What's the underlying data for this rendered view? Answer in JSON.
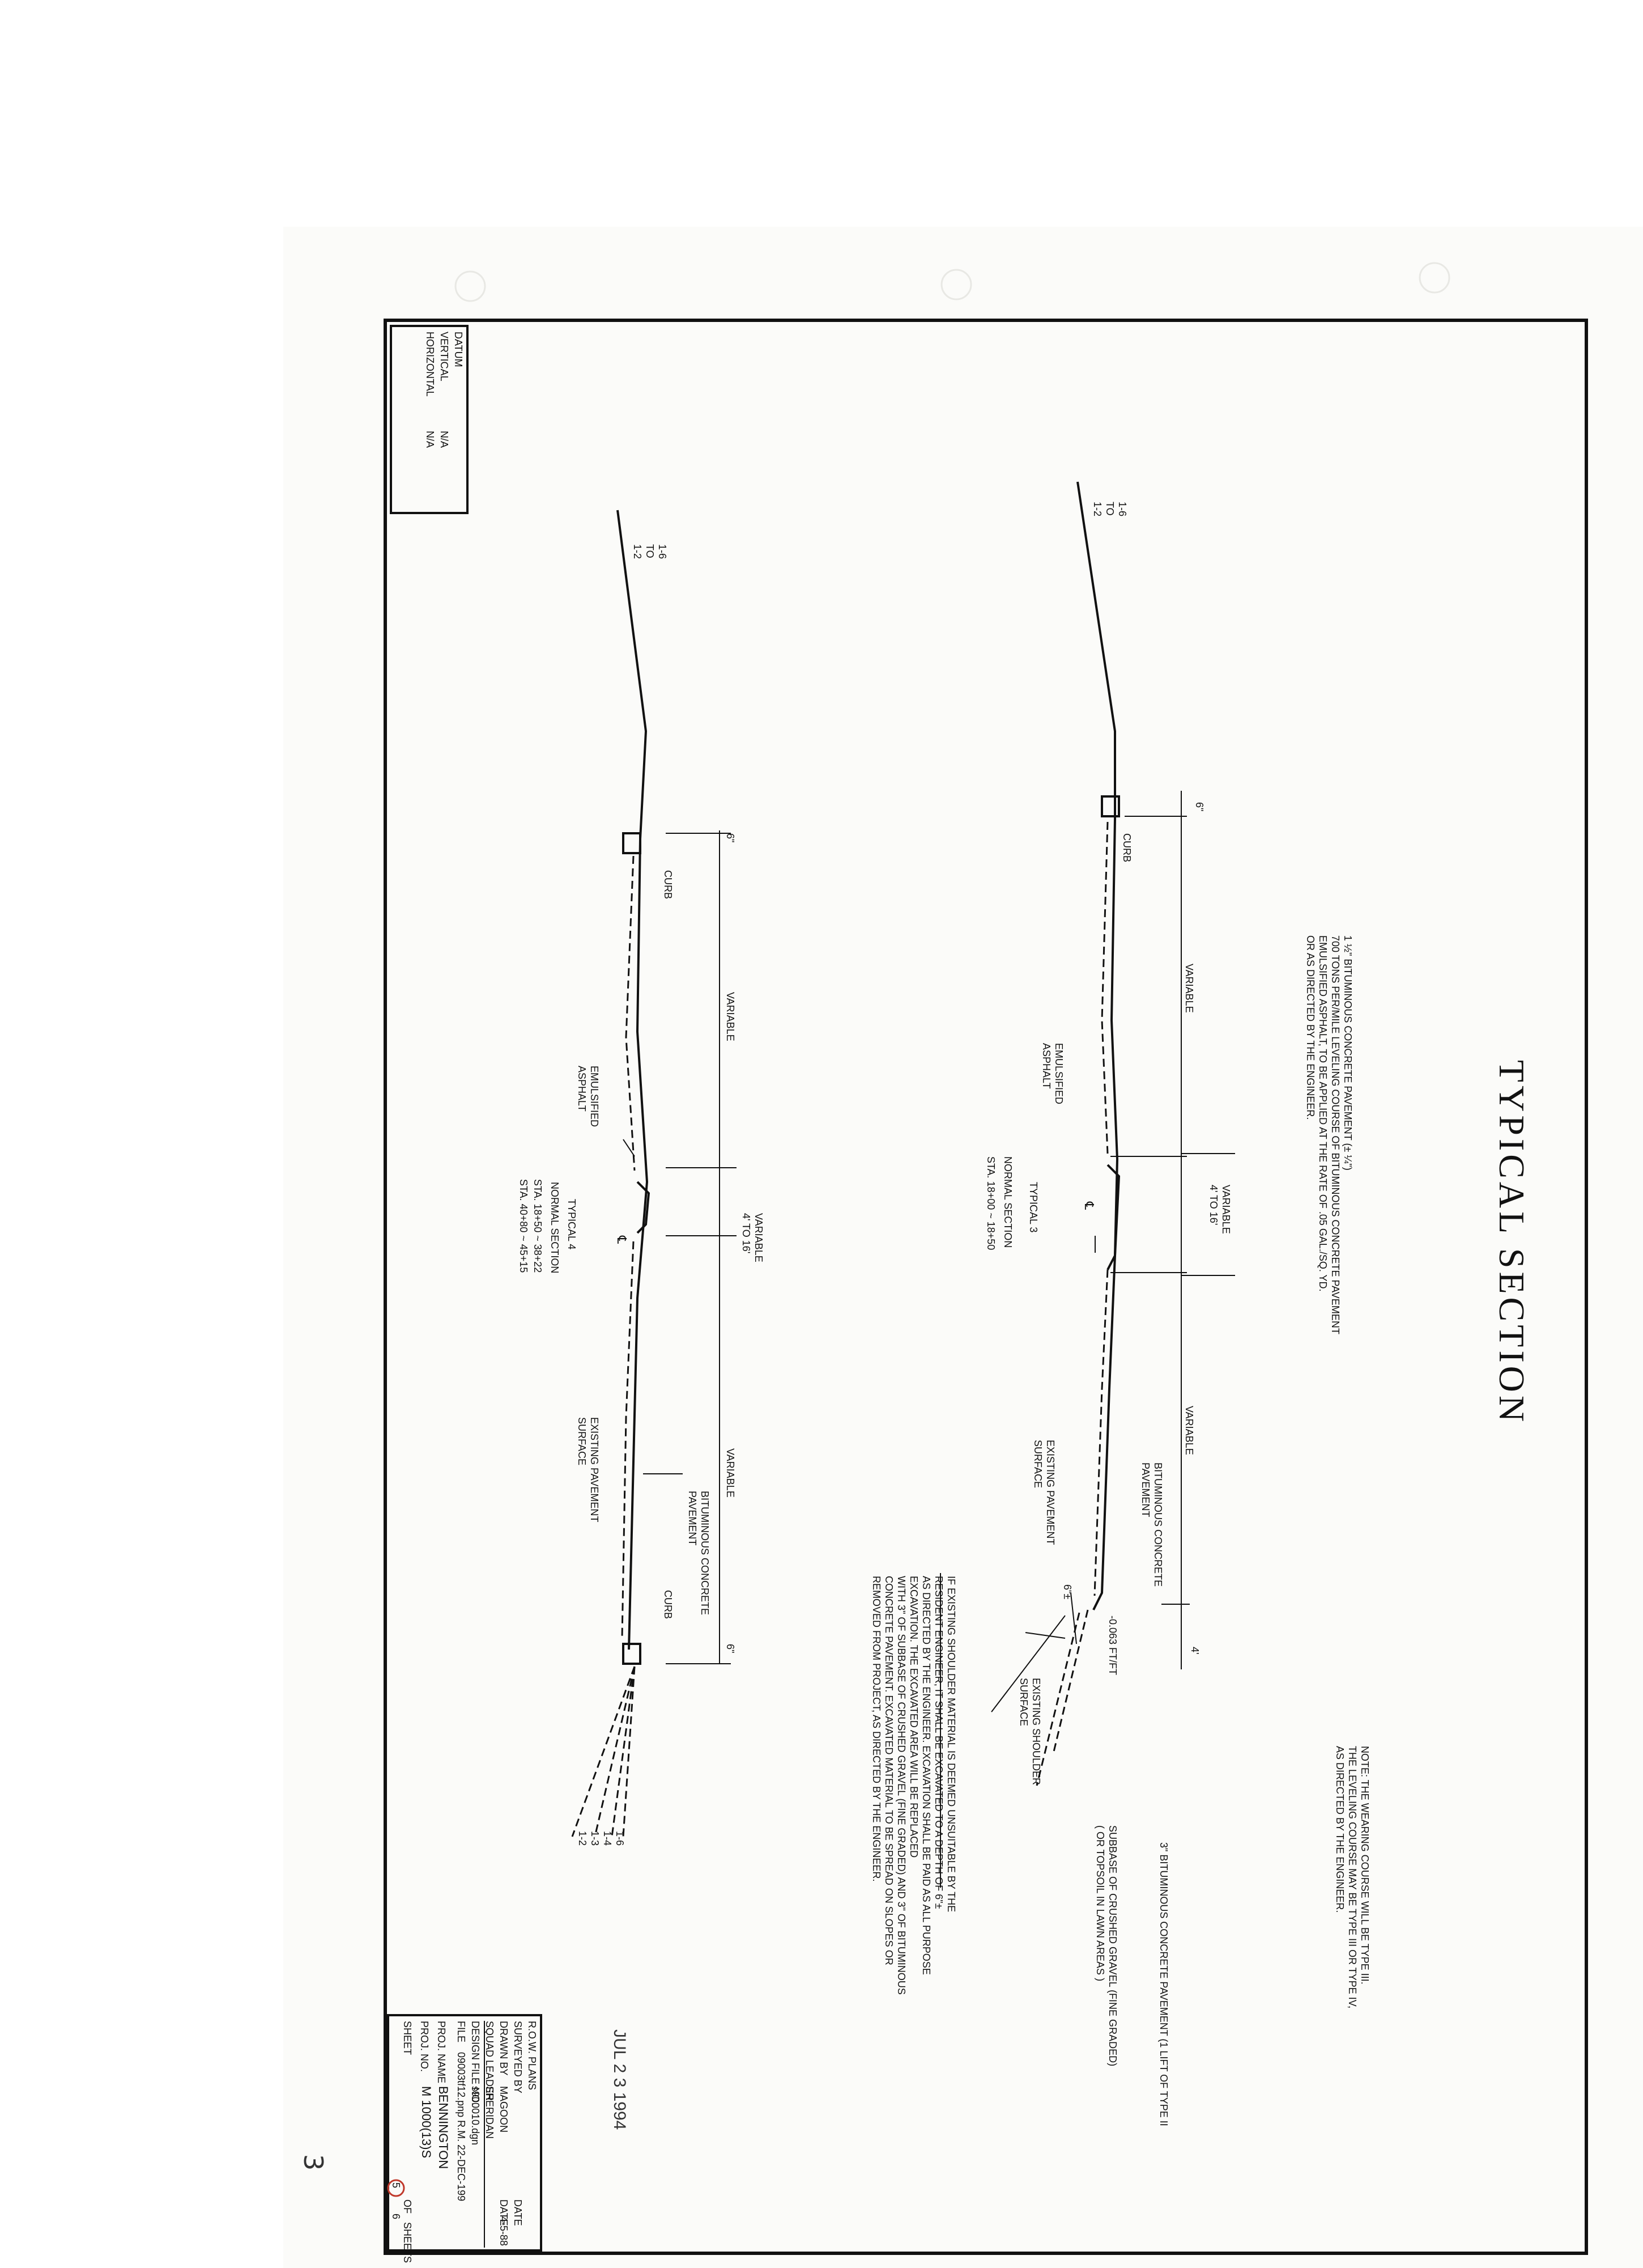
{
  "title": "TYPICAL SECTION",
  "notes": {
    "wearing_course": "NOTE: THE WEARING COURSE WILL BE TYPE III.\nTHE LEVELING COURSE MAY BE TYPE III OR TYPE IV,\nAS DIRECTED BY THE ENGINEER.",
    "pavement_spec": "1 ½\" BITUMINOUS CONCRETE PAVEMENT (± ¼\")\n700 TONS PER/MILE LEVELING COURSE OF BITUMINOUS CONCRETE PAVEMENT\nEMULSIFIED ASPHALT, TO BE APPLIED AT THE RATE OF .05 GAL./SQ. YD.\nOR AS DIRECTED BY THE ENGINEER.",
    "shoulder": "IF EXISTING SHOULDER MATERIAL IS DEEMED UNSUITABLE BY THE\nRESIDENT ENGINEER, IT SHALL BE EXCAVATED TO A DEPTH OF 6\"±\nAS DIRECTED BY THE ENGINEER. EXCAVATION SHALL BE PAID AS ALL PURPOSE\nEXCAVATION. THE EXCAVATED AREA WILL BE REPLACED\nWITH 3\" OF SUBBASE OF CRUSHED GRAVEL (FINE GRADED) AND 3\" OF BITUMINOUS\nCONCRETE PAVEMENT. EXCAVATED MATERIAL TO BE SPREAD ON SLOPES OR\nREMOVED FROM PROJECT, AS DIRECTED BY THE ENGINEER."
  },
  "section3": {
    "label": "TYPICAL 3",
    "sub": "NORMAL SECTION",
    "sta": "STA. 18+00 ~ 18+50",
    "variable": "VARIABLE",
    "median": "VARIABLE\n4' TO 16'",
    "curb": "CURB",
    "emulsified": "EMULSIFIED\nASPHALT",
    "bit_pavement": "BITUMINOUS CONCRETE\nPAVEMENT",
    "existing_pavement": "EXISTING PAVEMENT\nSURFACE",
    "existing_shoulder": "EXISTING SHOULDER\nSURFACE",
    "slope_top": "1-6\nTO\n1-2",
    "dim_6": "6\"",
    "dim_6pm": "6\"±",
    "dim_4": "4'",
    "cross_slope": "-0.063 FT/FT",
    "bit3": "3\" BITUMINOUS CONCRETE PAVEMENT (1 LIFT OF TYPE II",
    "subbase": "SUBBASE OF CRUSHED GRAVEL (FINE GRADED)\n( OR TOPSOIL IN LAWN AREAS )",
    "cl": "℄"
  },
  "section4": {
    "label": "TYPICAL 4",
    "sub": "NORMAL SECTION",
    "sta1": "STA. 18+50 ~ 38+22",
    "sta2": "STA. 40+80 ~ 45+15",
    "variable": "VARIABLE",
    "median": "VARIABLE\n4' TO 16'",
    "curb": "CURB",
    "emulsified": "EMULSIFIED\nASPHALT",
    "bit_pavement": "BITUMINOUS CONCRETE\nPAVEMENT",
    "existing_pavement": "EXISTING PAVEMENT\nSURFACE",
    "slope_top": "1-6\nTO\n1-2",
    "slopes_bottom": "1-6\n1-4\n1-3\n1-2",
    "dim_6": "6\"",
    "cl": "℄"
  },
  "datum": {
    "head": "DATUM",
    "vertical": "VERTICAL",
    "horizontal": "HORIZONTAL",
    "v_val": "N/A",
    "h_val": "N/A"
  },
  "title_block": {
    "head": "R.O.W. PLANS",
    "surveyed": "SURVEYED BY",
    "drawn": "DRAWN BY",
    "squad": "SQUAD LEADER",
    "design_file": "DESIGN FILE NO.",
    "plot_file": "FILE",
    "proj_name_label": "PROJ. NAME",
    "proj_no_label": "PROJ. NO.",
    "sheet_label": "SHEET",
    "of": "OF",
    "sheets": "SHEETS",
    "drawn_val": "MAGOON",
    "squad_val": "SHERIDAN",
    "design_val": "s900010.dgn",
    "plot_val": "09003tf12.pnp R.M. 22-DEC-199",
    "date_label": "DATE",
    "date_label2": "DATE",
    "date_val": "4-5-88",
    "proj_name": "BENNINGTON",
    "proj_no": "M 1000(13)S",
    "sheet_no": "5",
    "sheet_total": "6"
  },
  "stamp": "JUL 2 3 1994",
  "page_mark": "3"
}
